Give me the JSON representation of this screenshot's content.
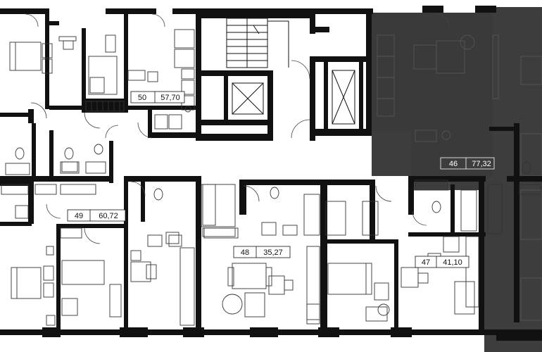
{
  "colors": {
    "wall": "#111111",
    "floor": "#ffffff",
    "selected_unit": "#3d3d3d",
    "furniture_line": "#333333"
  },
  "apartments": [
    {
      "id": "50",
      "number": "50",
      "area": "57,70",
      "selected": false
    },
    {
      "id": "46",
      "number": "46",
      "area": "77,32",
      "selected": true
    },
    {
      "id": "49",
      "number": "49",
      "area": "60,72",
      "selected": false
    },
    {
      "id": "48",
      "number": "48",
      "area": "35,27",
      "selected": false
    },
    {
      "id": "47",
      "number": "47",
      "area": "41,10",
      "selected": false
    }
  ],
  "icons": [
    "stair-icon",
    "elevator-icon",
    "bed-icon",
    "sofa-icon",
    "dining-table-icon",
    "bathtub-icon",
    "toilet-icon",
    "sink-icon",
    "stove-icon",
    "washer-icon",
    "radiator-icon"
  ]
}
